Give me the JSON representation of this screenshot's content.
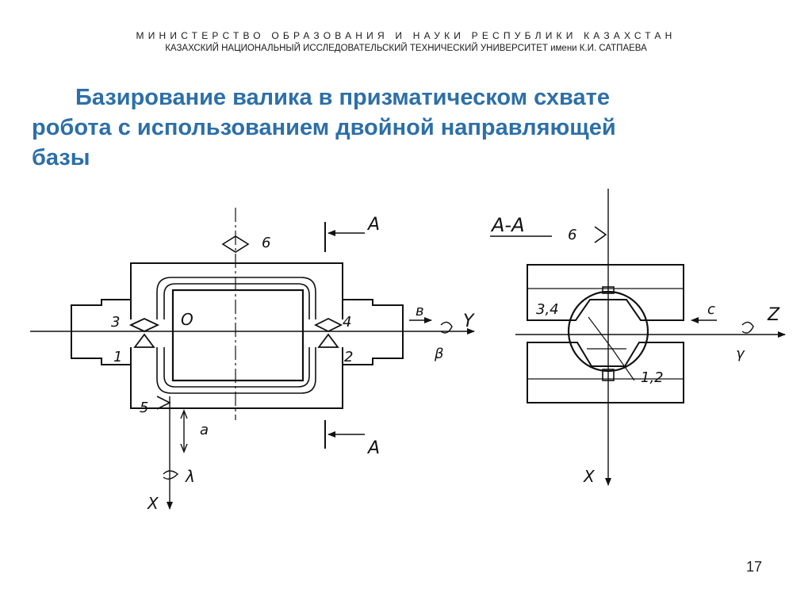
{
  "header": {
    "ministry": "МИНИСТЕРСТВО ОБРАЗОВАНИЯ И НАУКИ РЕСПУБЛИКИ КАЗАХСТАН",
    "university": "КАЗАХСКИЙ НАЦИОНАЛЬНЫЙ ИССЛЕДОВАТЕЛЬСКИЙ ТЕХНИЧЕСКИЙ УНИВЕРСИТЕТ имени К.И. САТПАЕВА"
  },
  "title": {
    "line1": "Базирование валика в призматическом схвате",
    "line2": "робота с использованием двойной направляющей",
    "line3": "базы"
  },
  "left_view": {
    "section_mark_top": "A",
    "section_mark_bottom": "A",
    "label_6": "6",
    "label_3": "3",
    "label_1": "1",
    "label_4": "4",
    "label_2": "2",
    "label_5": "5",
    "label_origin": "O",
    "label_b": "в",
    "label_beta": "β",
    "label_Y": "Y",
    "label_a": "a",
    "label_lambda": "λ",
    "label_X": "X"
  },
  "right_view": {
    "section_title": "A-A",
    "label_6": "6",
    "label_34": "3,4",
    "label_12": "1,2",
    "label_c": "c",
    "label_gamma": "γ",
    "label_Z": "Z",
    "label_X": "X"
  },
  "page_number": "17"
}
